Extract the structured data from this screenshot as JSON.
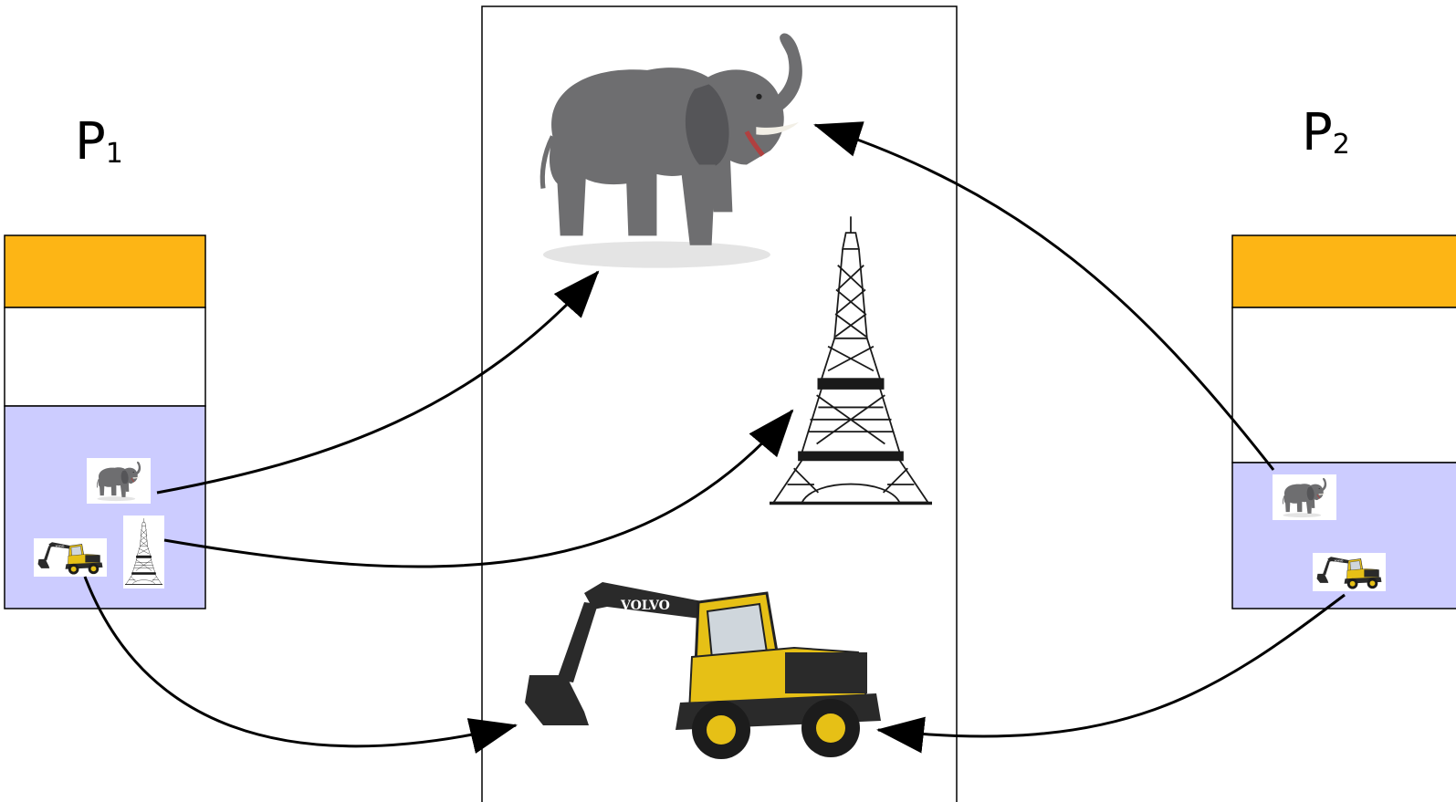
{
  "labels": {
    "p1": {
      "base": "P",
      "sub": "1"
    },
    "p2": {
      "base": "P",
      "sub": "2"
    }
  },
  "colors": {
    "header_block": "#FDB515",
    "mapped_region": "#CCCCFF",
    "outline": "#000000",
    "elephant": "#6E6E70",
    "eiffel": "#1A1A1A",
    "excavator_body": "#E6C016",
    "excavator_dark": "#2A2A2A"
  },
  "icons": {
    "elephant": "elephant-icon",
    "eiffel_tower": "eiffel-tower-icon",
    "excavator": "excavator-icon"
  }
}
